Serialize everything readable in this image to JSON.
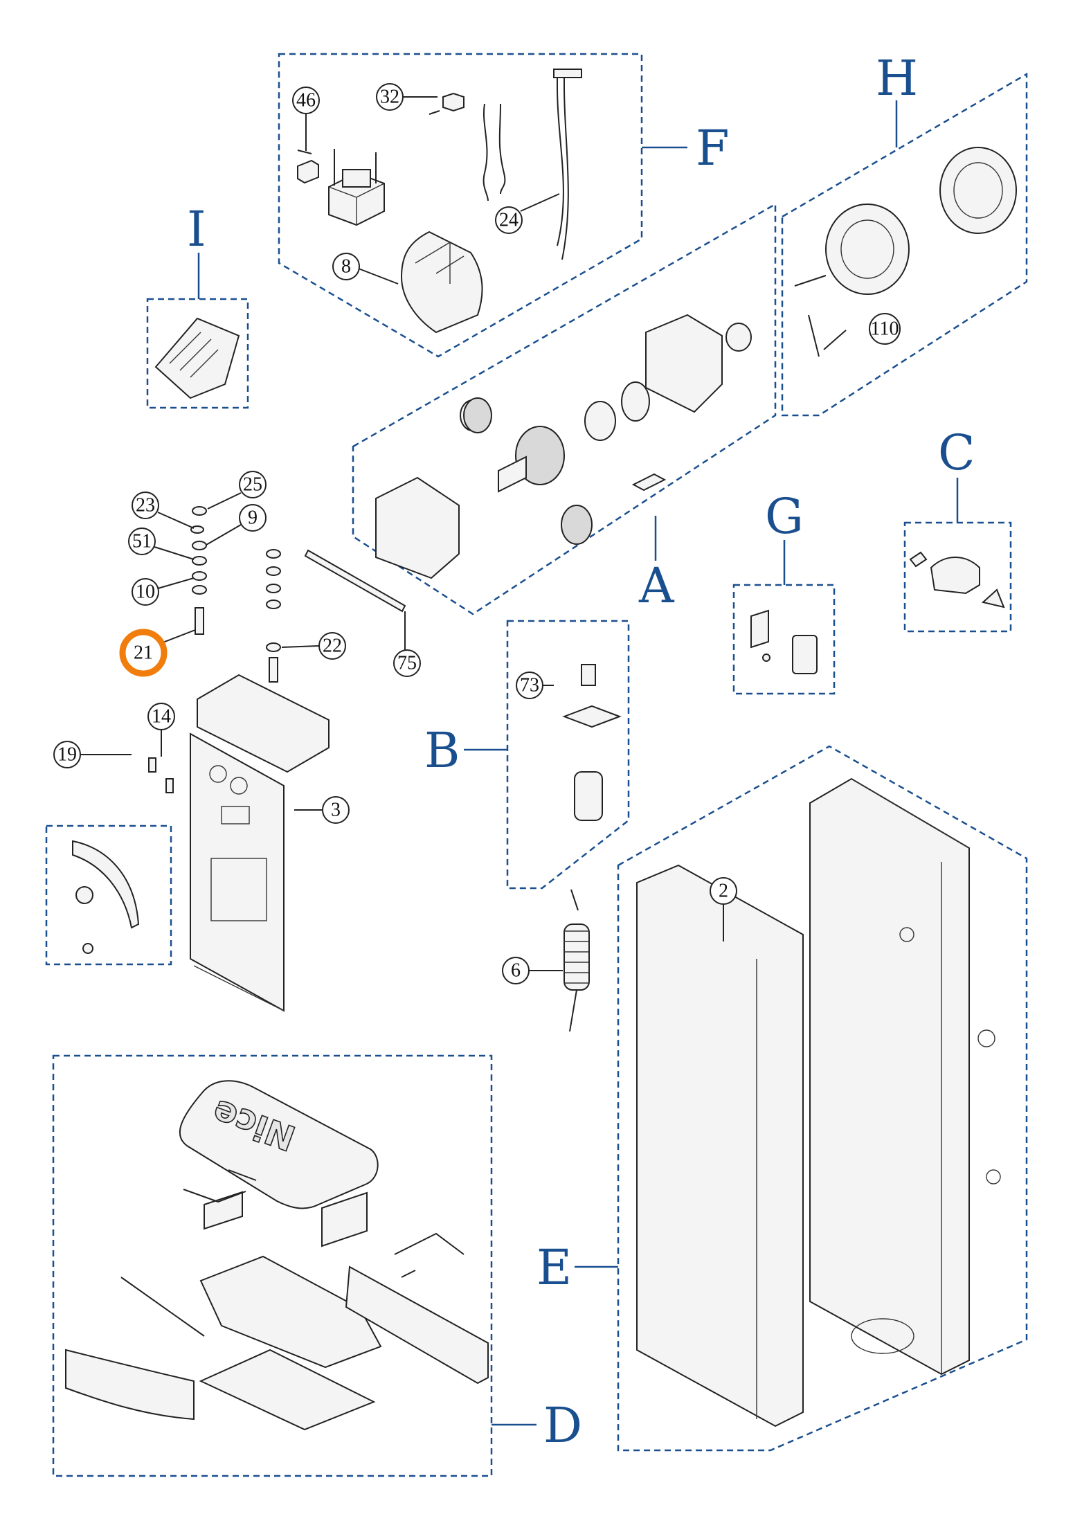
{
  "groups": [
    {
      "id": "A",
      "letter": "A"
    },
    {
      "id": "B",
      "letter": "B"
    },
    {
      "id": "C",
      "letter": "C"
    },
    {
      "id": "D",
      "letter": "D"
    },
    {
      "id": "E",
      "letter": "E"
    },
    {
      "id": "F",
      "letter": "F"
    },
    {
      "id": "G",
      "letter": "G"
    },
    {
      "id": "H",
      "letter": "H"
    },
    {
      "id": "I",
      "letter": "I"
    }
  ],
  "callouts": {
    "c46": "46",
    "c32": "32",
    "c24": "24",
    "c8": "8",
    "c110": "110",
    "c25": "25",
    "c23": "23",
    "c9": "9",
    "c51": "51",
    "c10": "10",
    "c21": "21",
    "c22": "22",
    "c75": "75",
    "c73": "73",
    "c14": "14",
    "c19": "19",
    "c3": "3",
    "c2": "2",
    "c6": "6"
  },
  "highlighted_callout": "21",
  "cover_logo": "Nice",
  "colors": {
    "group_frame": "#1a4f8f",
    "highlight": "#f07d0c",
    "line_art": "#222222"
  }
}
